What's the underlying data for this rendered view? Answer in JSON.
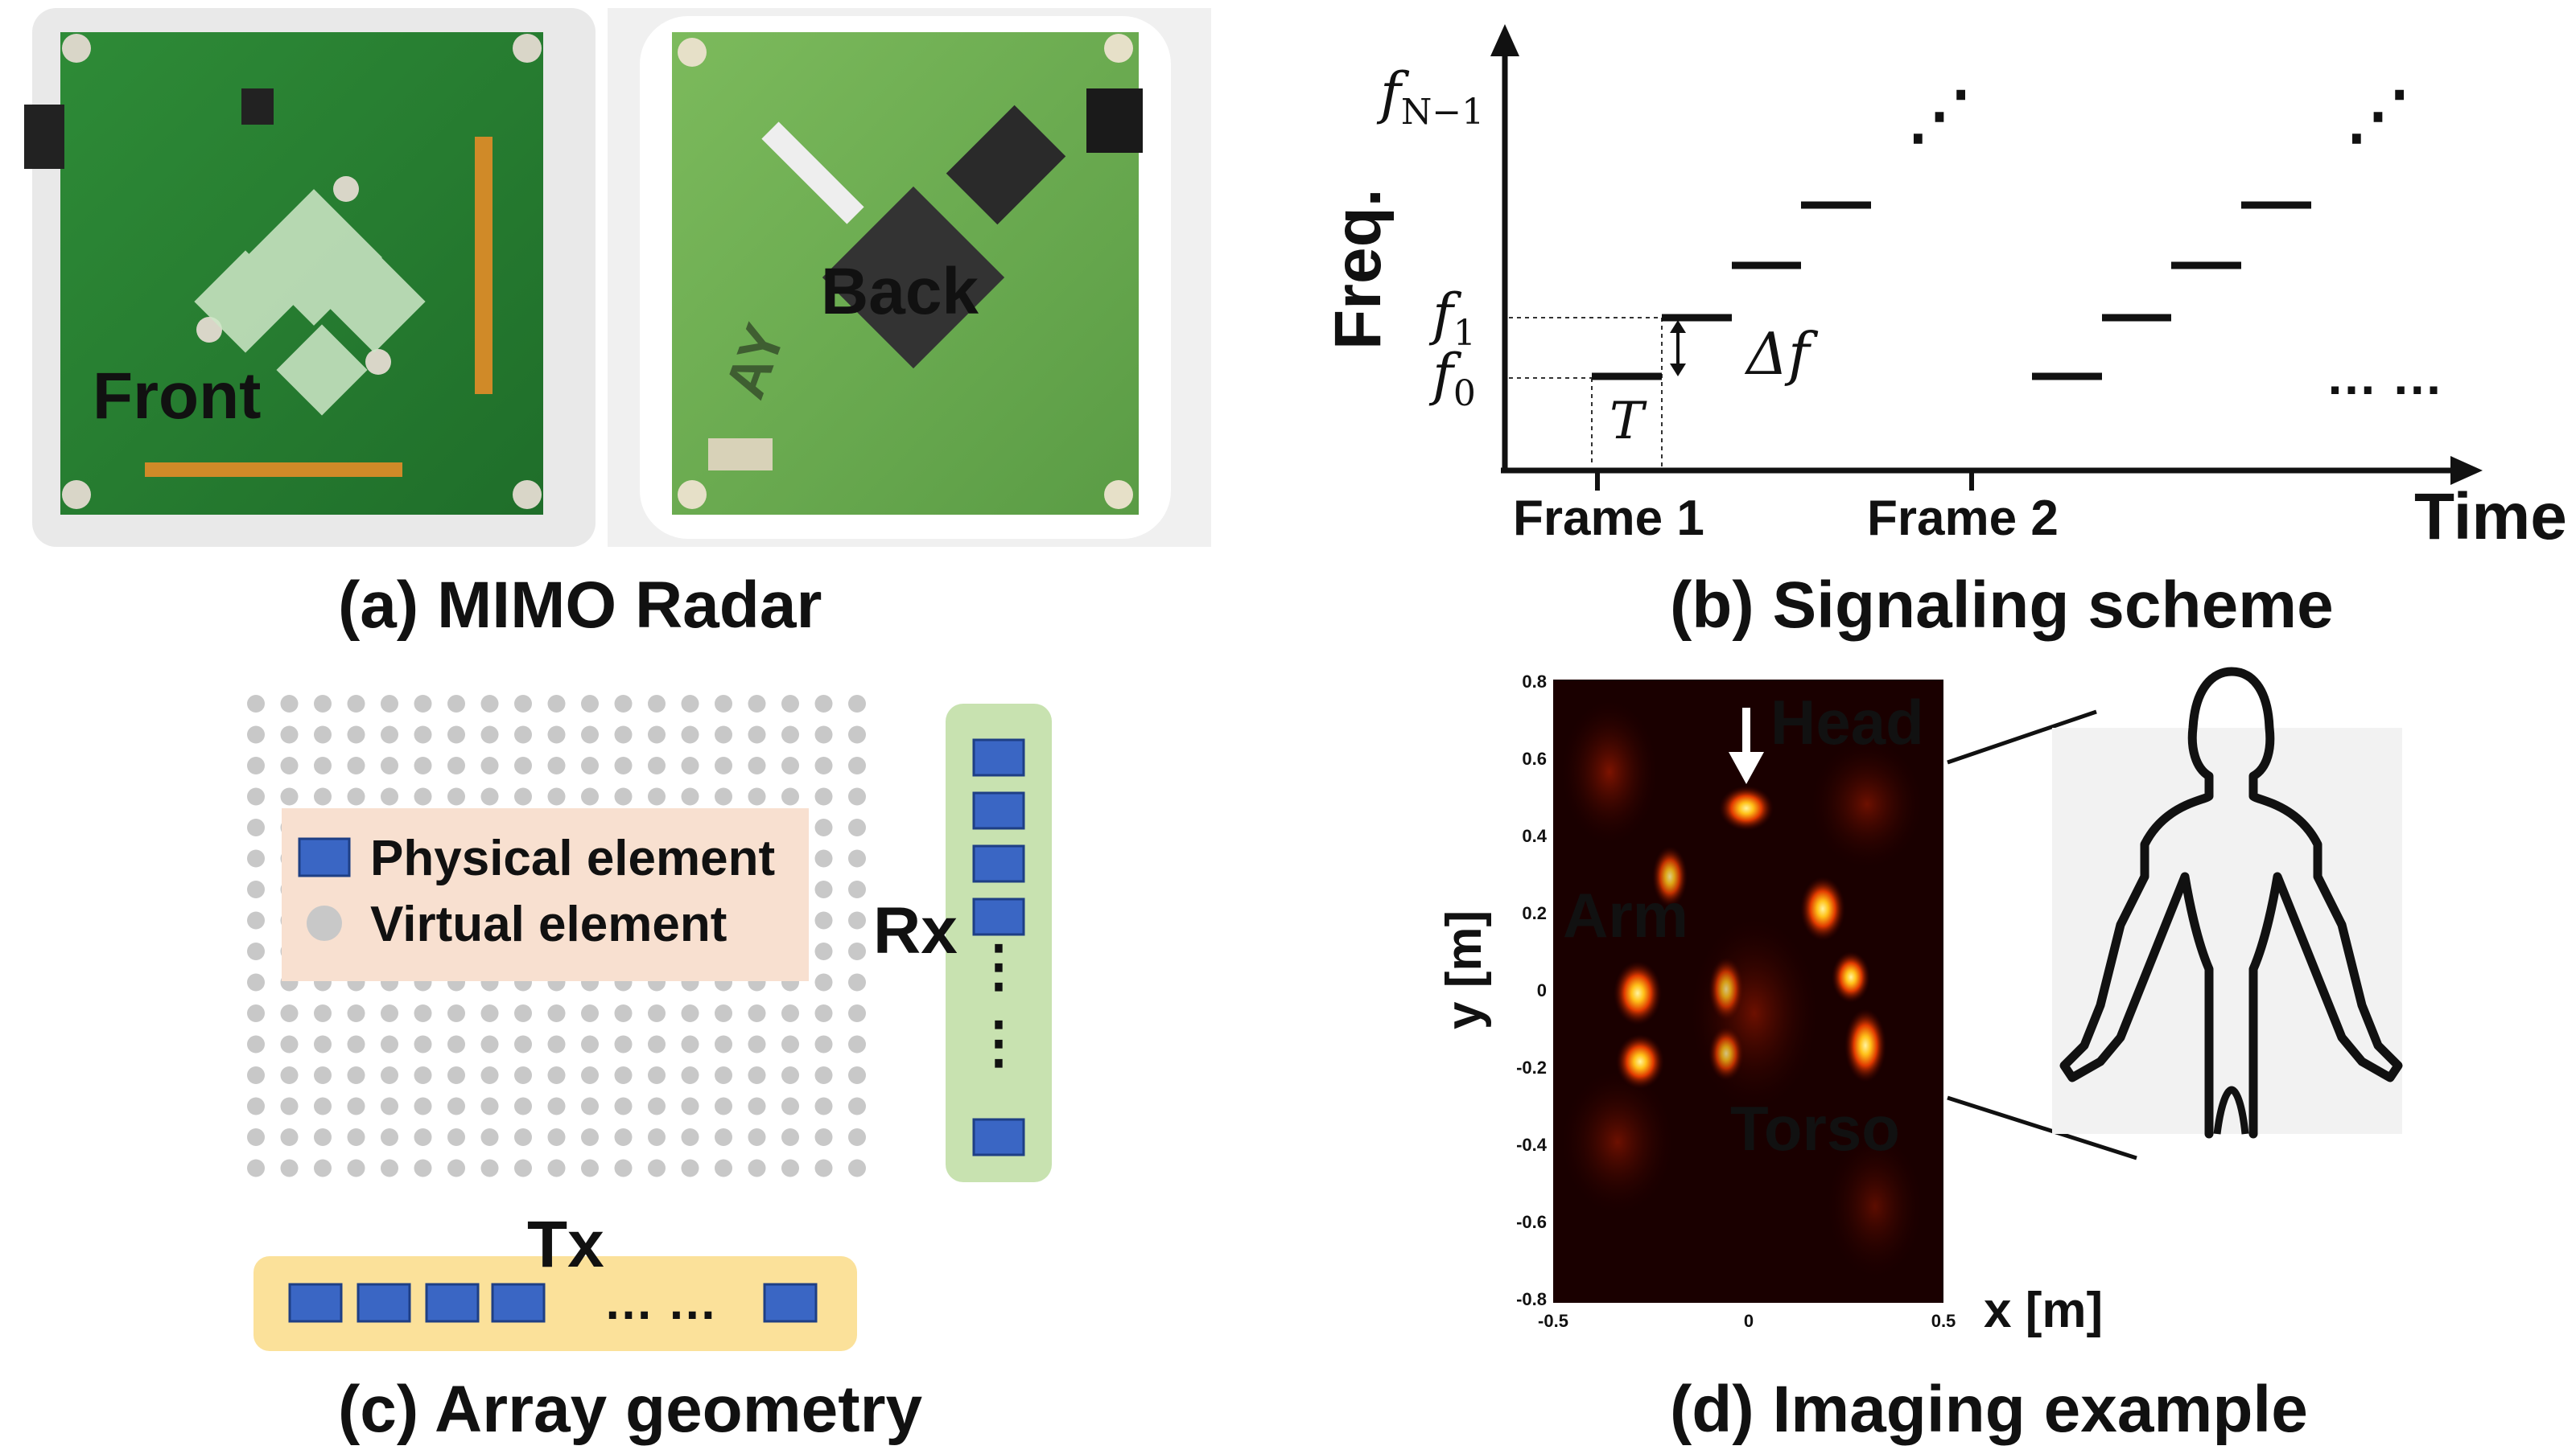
{
  "captions": {
    "a": "(a) MIMO Radar",
    "b": "(b) Signaling scheme",
    "c": "(c) Array geometry",
    "d": "(d) Imaging example"
  },
  "panel_a": {
    "front_label": "Front",
    "back_label": "Back",
    "board_text": "AY",
    "colors": {
      "board": "#2f8a2f",
      "board_light": "#6fb25a",
      "back_label": "#ffee00"
    }
  },
  "panel_b": {
    "y_axis_label": "Freq.",
    "x_axis_label": "Time",
    "frame1": "Frame 1",
    "frame2": "Frame 2",
    "f_top_base": "f",
    "f_top_sub": "N−1",
    "f1_base": "f",
    "f1_sub": "1",
    "f0_base": "f",
    "f0_sub": "0",
    "delta_f": "Δf",
    "period": "T",
    "ellipsis_vertical": "⋰",
    "ellipsis_horizontal": "… …"
  },
  "panel_c": {
    "legend_physical": "Physical element",
    "legend_virtual": "Virtual element",
    "rx_label": "Rx",
    "tx_label": "Tx",
    "rx_dots": "⋮",
    "tx_dots": "… …",
    "colors": {
      "physical": "#3a66c4",
      "virtual": "#c8c8c8",
      "rx_bg": "#c8e2b0",
      "tx_bg": "#fbe19a",
      "legend_bg": "#f8e0d0"
    }
  },
  "panel_d": {
    "head_label": "Head",
    "arm_label": "Arm",
    "torso_label": "Torso",
    "y_axis_label": "y [m]",
    "x_axis_label": "x [m]",
    "y_ticks": [
      "0.8",
      "0.6",
      "0.4",
      "0.2",
      "0",
      "-0.2",
      "-0.4",
      "-0.6",
      "-0.8"
    ],
    "x_ticks": [
      "-0.5",
      "0",
      "0.5"
    ],
    "colors": {
      "background": "#1a0000",
      "hot": "#ffd23a"
    }
  }
}
